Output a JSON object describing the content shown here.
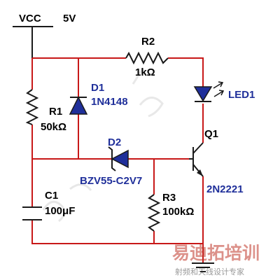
{
  "supply": {
    "name": "VCC",
    "voltage": "5V"
  },
  "components": {
    "r1": {
      "ref": "R1",
      "value": "50kΩ"
    },
    "r2": {
      "ref": "R2",
      "value": "1kΩ"
    },
    "r3": {
      "ref": "R3",
      "value": "100kΩ"
    },
    "c1": {
      "ref": "C1",
      "value": "100μF"
    },
    "d1": {
      "ref": "D1",
      "part": "1N4148"
    },
    "d2": {
      "ref": "D2",
      "part": "BZV55-C2V7"
    },
    "led1": {
      "ref": "LED1"
    },
    "q1": {
      "ref": "Q1",
      "part": "2N2221"
    }
  },
  "watermark": {
    "brand": "易迪拓培训",
    "tagline": "射频和天线设计专家",
    "brand_color": "#c0392b"
  },
  "colors": {
    "wire": "#c81818",
    "component": "#1a1a1a",
    "diode_label": "#1f2f9a"
  }
}
